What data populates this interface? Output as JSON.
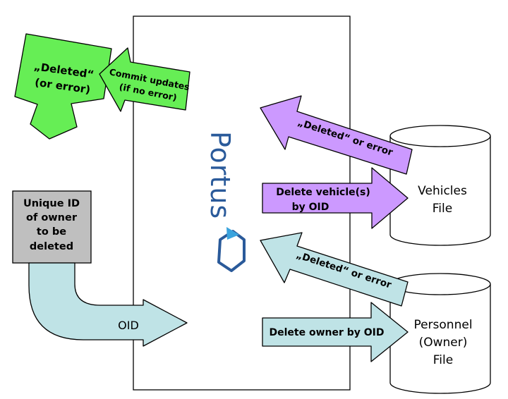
{
  "portus": {
    "logo_text": "Portus"
  },
  "deleted_result": {
    "line1": "„Deleted“",
    "line2": "(or error)"
  },
  "commit": {
    "line1": "Commit updates",
    "line2": "(if no error)"
  },
  "unique_id": {
    "lines": [
      "Unique ID",
      "of owner",
      "to be",
      "deleted"
    ]
  },
  "oid_arrow": {
    "label": "OID"
  },
  "vehicles_reply": {
    "label": "„Deleted“ or error"
  },
  "delete_vehicle": {
    "line1": "Delete vehicle(s)",
    "line2": "by OID"
  },
  "personnel_reply": {
    "label": "„Deleted“ or error"
  },
  "delete_owner": {
    "label": "Delete owner by OID"
  },
  "vehicles_file": {
    "line1": "Vehicles",
    "line2": "File"
  },
  "personnel_file": {
    "line1": "Personnel",
    "line2": "(Owner)",
    "line3": "File"
  },
  "colors": {
    "green": "#66ee55",
    "purple": "#cc99ff",
    "lightblue": "#bfe3e6",
    "gray": "#bfbfbf",
    "portus_blue": "#2a5a9a",
    "portus_accent": "#3aa3dd"
  }
}
